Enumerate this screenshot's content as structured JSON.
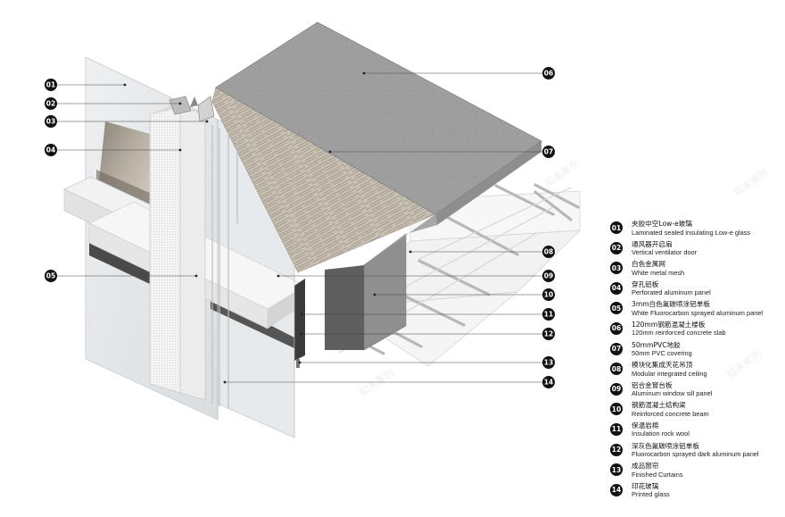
{
  "callouts": [
    "01",
    "02",
    "03",
    "04",
    "05",
    "06",
    "07",
    "08",
    "09",
    "10",
    "11",
    "12",
    "13",
    "14"
  ],
  "legend": [
    {
      "num": "01",
      "cn": "夹胶中空Low-e玻璃",
      "en": "Laminated sealed insulating Low-e glass"
    },
    {
      "num": "02",
      "cn": "通风器开启扇",
      "en": "Vertical ventilator door"
    },
    {
      "num": "03",
      "cn": "白色金属网",
      "en": "White metal mesh"
    },
    {
      "num": "04",
      "cn": "穿孔铝板",
      "en": "Perforated aluminum panel"
    },
    {
      "num": "05",
      "cn": "3mm白色氟碳喷涂铝单板",
      "en": "White Fluorocarbon sprayed aluminum panel"
    },
    {
      "num": "06",
      "cn": "120mm钢筋混凝土楼板",
      "en": "120mm reinforced concrete slab"
    },
    {
      "num": "07",
      "cn": "50mmPVC地胶",
      "en": "50mm PVC covering"
    },
    {
      "num": "08",
      "cn": "模块化集成天花吊顶",
      "en": "Modular integrated ceiling"
    },
    {
      "num": "09",
      "cn": "铝合金窗台板",
      "en": "Aluminum window sill panel"
    },
    {
      "num": "10",
      "cn": "钢筋混凝土结构梁",
      "en": "Reinforced concrete beam"
    },
    {
      "num": "11",
      "cn": "保温岩棉",
      "en": "Insulation rock wool"
    },
    {
      "num": "12",
      "cn": "深灰色氟碳喷涂铝单板",
      "en": "Fluorocarbon sprayed dark aluminum panel"
    },
    {
      "num": "13",
      "cn": "成品窗帘",
      "en": "Finished Curtains"
    },
    {
      "num": "14",
      "cn": "印花玻璃",
      "en": "Printed glass"
    }
  ],
  "watermark": "知末案例"
}
